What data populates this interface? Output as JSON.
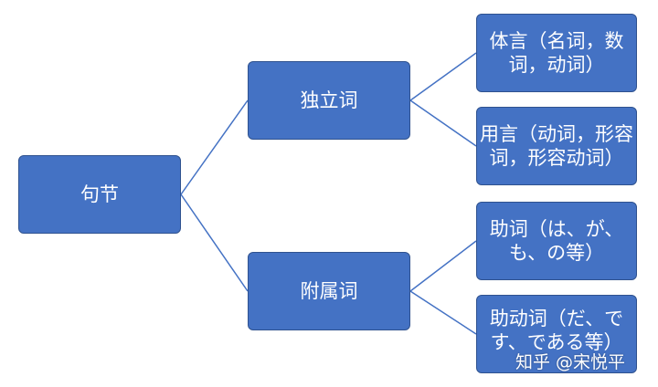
{
  "colors": {
    "node_fill": "#4472c4",
    "node_border": "#2f528f",
    "connector": "#4472c4",
    "node_text": "#ffffff",
    "background": "#ffffff"
  },
  "nodes": {
    "root": "句节",
    "independent": "独立词",
    "dependent": "附属词",
    "taigen": "体言（名词，数词，动词）",
    "yougen": "用言（动词，形容词，形容动词）",
    "particle": "助词（は、が、も、の等）",
    "aux_verb": "助动词（だ、です、である等）"
  },
  "watermark": "知乎 @宋悦平"
}
